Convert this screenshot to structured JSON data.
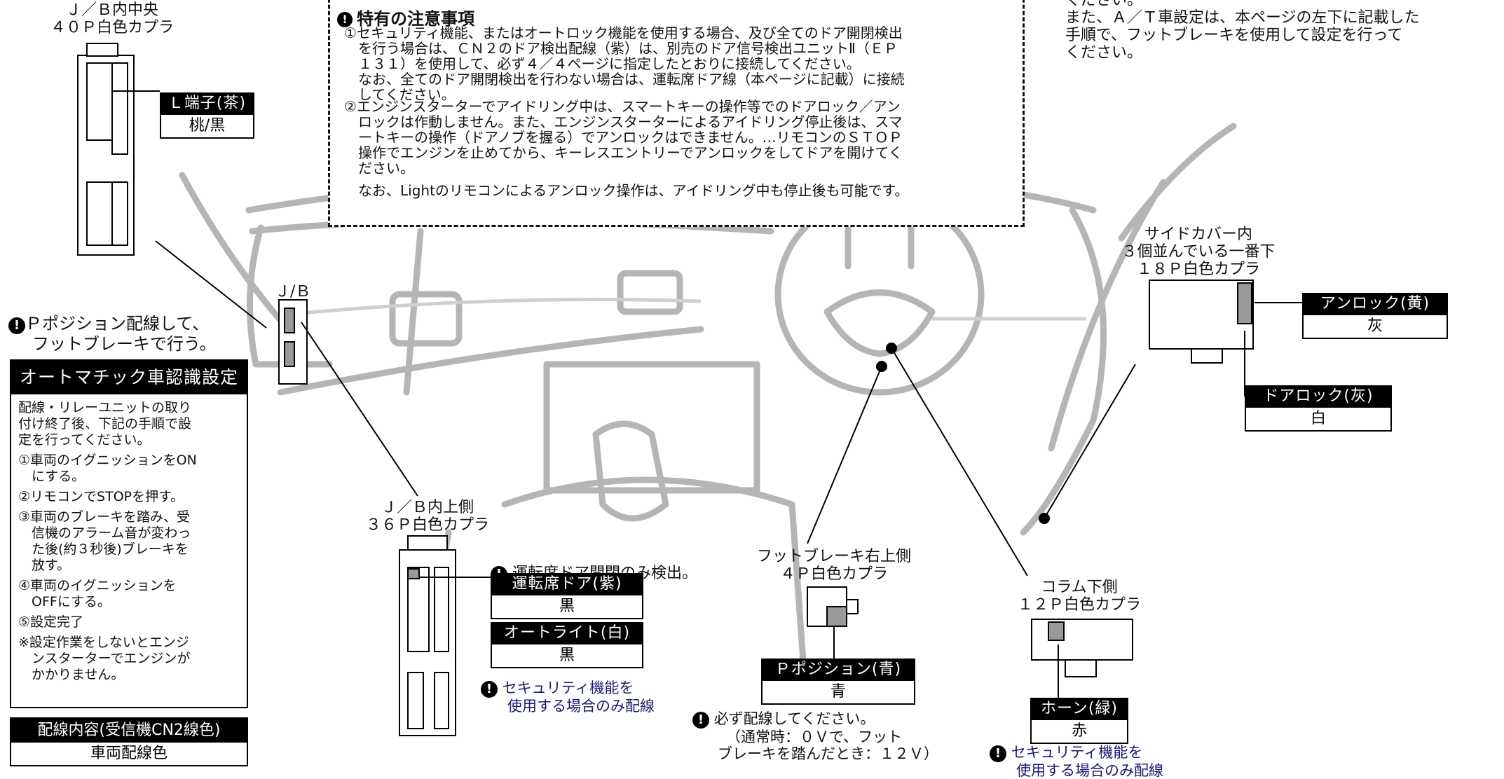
{
  "notice": {
    "heading": "特有の注意事項",
    "item1_lines": [
      "①セキュリティ機能、またはオートロック機能を使用する場合、及び全てのドア開閉検出",
      "　を行う場合は、ＣＮ２のドア検出配線（紫）は、別売のドア信号検出ユニットⅡ（ＥＰ",
      "　１３１）を使用して、必ず４／４ページに指定したとおりに接続してください。",
      "　なお、全てのドア開閉検出を行わない場合は、運転席ドア線（本ページに記載）に接続",
      "　してください。"
    ],
    "item2_lines": [
      "②エンジンスターターでアイドリング中は、スマートキーの操作等でのドアロック／アン",
      "　ロックは作動しません。また、エンジンスターターによるアイドリング停止後は、スマ",
      "　ートキーの操作（ドアノブを握る）でアンロックはできません。…リモコンのＳＴＯＰ",
      "　操作でエンジンを止めてから、キーレスエントリーでアンロックをしてドアを開けてく",
      "　ださい。"
    ],
    "item3": "　なお、Lightのリモコンによるアンロック操作は、アイドリング中も停止後も可能です。"
  },
  "top_right_lines": [
    "ください。",
    "また、Ａ／Ｔ車設定は、本ページの左下に記載した",
    "手順で、フットブレーキを使用して設定を行って",
    "ください。"
  ],
  "connectors": {
    "jb_center": {
      "title_lines": [
        "Ｊ／Ｂ内中央",
        "４０Ｐ白色カプラ"
      ],
      "wire_black": "Ｌ端子(茶)",
      "wire_white": "桃/黒"
    },
    "jb_label": "Ｊ/Ｂ",
    "jb_upper": {
      "title_lines": [
        "Ｊ／Ｂ内上側",
        "３６Ｐ白色カプラ"
      ],
      "note": "運転席ドア開閉のみ検出。",
      "wire1_black": "運転席ドア(紫)",
      "wire1_white": "黒",
      "wire2_black": "オートライト(白)",
      "wire2_white": "黒",
      "security_lines": [
        "セキュリティ機能を",
        "使用する場合のみ配線"
      ]
    },
    "foot_brake": {
      "title_lines": [
        "フットブレーキ右上側",
        "４Ｐ白色カプラ"
      ],
      "wire_black": "Ｐポジション(青)",
      "wire_white": "青",
      "note_lines": [
        "必ず配線してください。",
        "（通常時：０Ｖで、フット",
        "ブレーキを踏んだとき：１２Ｖ）"
      ]
    },
    "column": {
      "title_lines": [
        "コラム下側",
        "１２Ｐ白色カプラ"
      ],
      "wire_black": "ホーン(緑)",
      "wire_white": "赤",
      "security_lines": [
        "セキュリティ機能を",
        "使用する場合のみ配線"
      ]
    },
    "side_cover": {
      "title_lines": [
        "サイドカバー内",
        "３個並んでいる一番下",
        "１８Ｐ白色カプラ"
      ],
      "wire1_black": "アンロック(黄)",
      "wire1_white": "灰",
      "wire2_black": "ドアロック(灰)",
      "wire2_white": "白"
    }
  },
  "p_position_note_lines": [
    "Ｐポジション配線して、",
    "フットブレーキで行う。"
  ],
  "setting_box": {
    "title": "オートマチック車認識設定",
    "intro_lines": [
      "配線・リレーユニットの取り",
      "付け終了後、下記の手順で設",
      "定を行ってください。"
    ],
    "step1_lines": [
      "①車両のイグニッションをON",
      "　にする。"
    ],
    "step2_lines": [
      "②リモコンでSTOPを押す。"
    ],
    "step3_lines": [
      "③車両のブレーキを踏み、受",
      "　信機のアラーム音が変わっ",
      "　た後(約３秒後)ブレーキを",
      "　放す。"
    ],
    "step4_lines": [
      "④車両のイグニッションを",
      "　OFFにする。"
    ],
    "step5_lines": [
      "⑤設定完了"
    ],
    "caution_lines": [
      "※設定作業をしないとエンジ",
      "　ンスターターでエンジンが",
      "　かかりません。"
    ]
  },
  "legend": {
    "black": "配線内容(受信機CN2線色)",
    "white": "車両配線色"
  },
  "warn_mark": "!"
}
